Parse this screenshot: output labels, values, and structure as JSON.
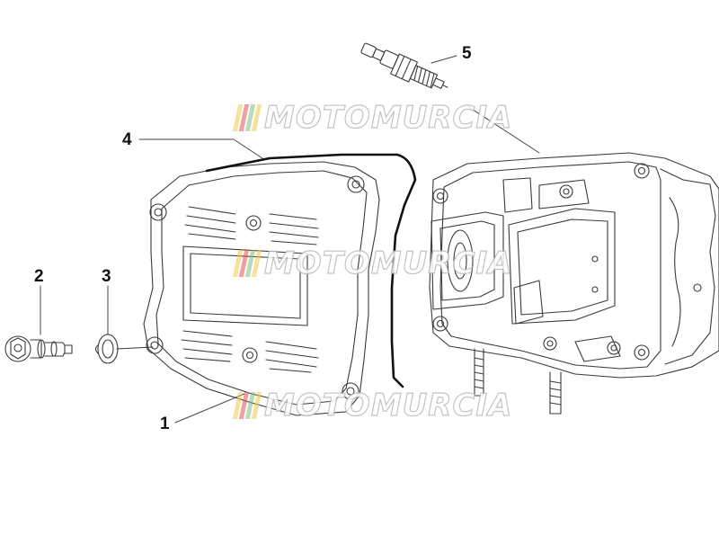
{
  "diagram": {
    "callouts": [
      {
        "id": "c1",
        "label": "1"
      },
      {
        "id": "c2",
        "label": "2"
      },
      {
        "id": "c3",
        "label": "3"
      },
      {
        "id": "c4",
        "label": "4"
      },
      {
        "id": "c5",
        "label": "5"
      }
    ],
    "watermark": {
      "text": "MOTOMURCIA",
      "stripe_colors": [
        "#f2c94c",
        "#e0524f",
        "#7ec07e",
        "#f2c94c"
      ]
    },
    "colors": {
      "line": "#3a3a3a",
      "gasket": "#111111"
    }
  }
}
